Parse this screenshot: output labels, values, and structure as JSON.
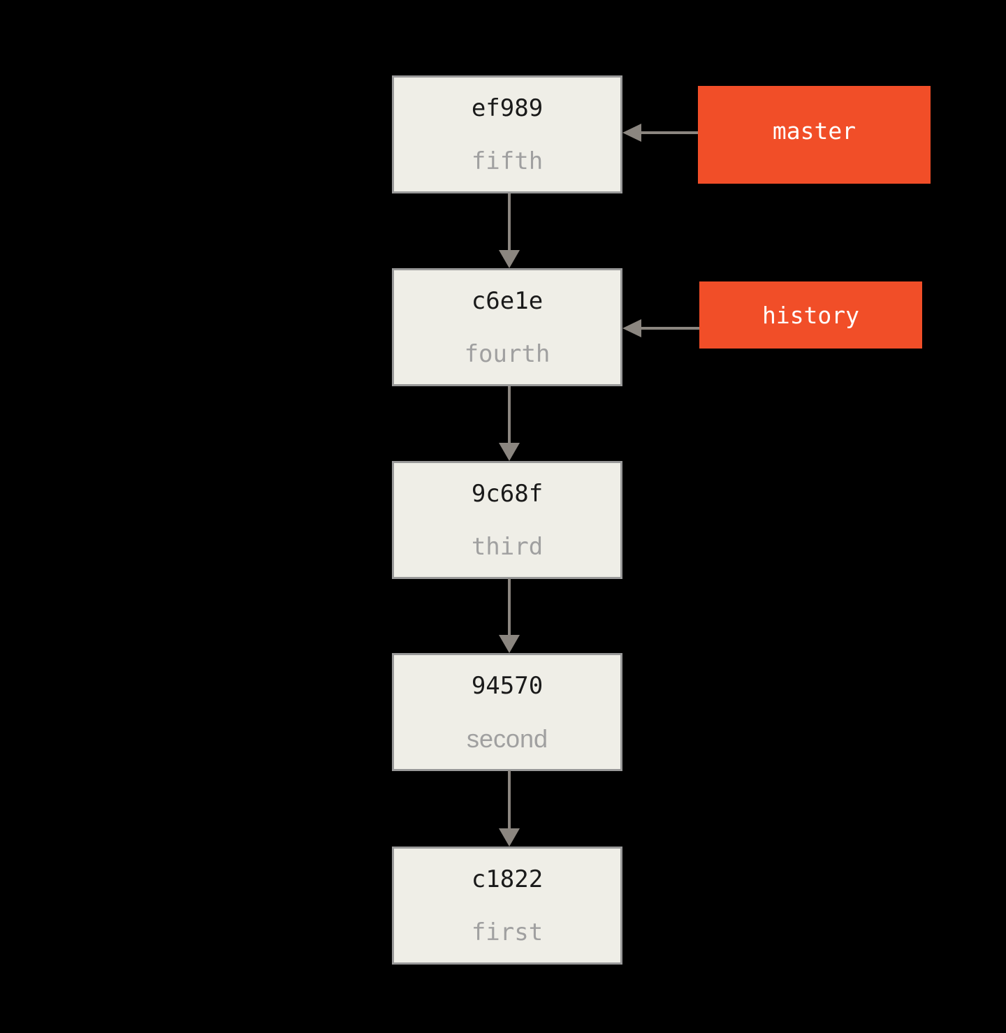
{
  "diagram": {
    "type": "git-commit-history",
    "background_color": "#000000",
    "commit_box_fill": "#EFEEE7",
    "commit_box_border": "#999999",
    "hash_text_color": "#1A1A1A",
    "message_text_color": "#A0A0A0",
    "arrow_color": "#8B8680",
    "ref_label_fill": "#F14E28",
    "ref_label_text_color": "#FFFFFF",
    "commits": [
      {
        "hash": "ef989",
        "message": "fifth"
      },
      {
        "hash": "c6e1e",
        "message": "fourth"
      },
      {
        "hash": "9c68f",
        "message": "third"
      },
      {
        "hash": "94570",
        "message": "second"
      },
      {
        "hash": "c1822",
        "message": "first"
      }
    ],
    "refs": [
      {
        "name": "master",
        "points_to": "ef989"
      },
      {
        "name": "history",
        "points_to": "c6e1e"
      }
    ]
  }
}
